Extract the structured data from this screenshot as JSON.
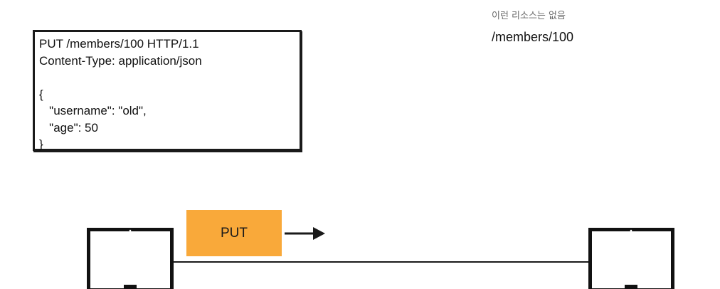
{
  "resource": {
    "caption": "이런 리소스는 없음",
    "path": "/members/100"
  },
  "request": {
    "lines": [
      "PUT /members/100 HTTP/1.1",
      "Content-Type: application/json",
      "",
      "{",
      "   \"username\": \"old\",",
      "   \"age\": 50",
      "}"
    ]
  },
  "method": {
    "label": "PUT"
  },
  "icons": {
    "client": "monitor-icon",
    "server": "monitor-icon",
    "arrow": "arrow-right-icon"
  },
  "colors": {
    "method_box": "#f9a93a",
    "outline": "#1a1a1a",
    "caption_text": "#6a6a6a"
  }
}
